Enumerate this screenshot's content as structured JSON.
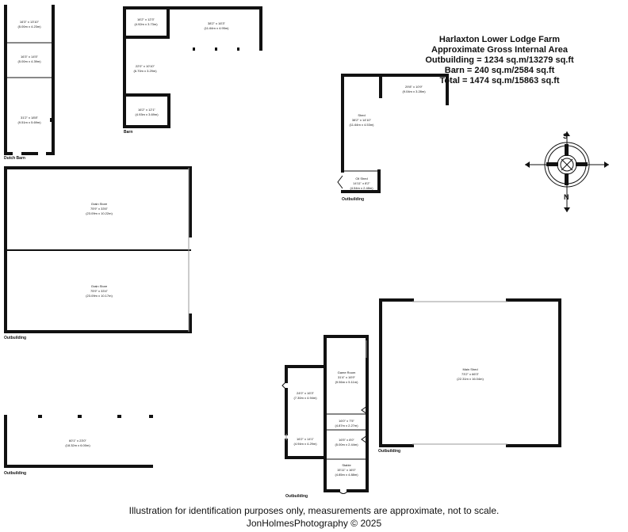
{
  "header": {
    "property": "Harlaxton Lower Lodge Farm",
    "area_title": "Approximate Gross Internal Area",
    "lines": [
      "Outbuilding = 1234 sq.m/13279 sq.ft",
      "Barn = 240 sq.m/2584 sq.ft",
      "Total = 1474 sq.m/15863 sq.ft"
    ]
  },
  "compass": {
    "top_letter": "S",
    "bottom_letter": "N"
  },
  "building_labels": {
    "dutch_barn": "Dutch Barn",
    "barn": "Barn",
    "outbuilding_shed": "Outbuilding",
    "outbuilding_grain": "Outbuilding",
    "outbuilding_open": "Outbuilding",
    "outbuilding_stable": "Outbuilding",
    "outbuilding_main": "Outbuilding"
  },
  "rooms": {
    "db1": [
      "16'3\" x 13'10\"",
      "(5.00m x 4.23m)"
    ],
    "db2": [
      "16'3\" x 14'5\"",
      "(5.00m x 4.39m)"
    ],
    "db3": [
      "31'2\" x 18'8\"",
      "(9.51m x 5.69m)"
    ],
    "b1": [
      "16'2\" x 12'3\"",
      "(4.92m x 3.73m)"
    ],
    "b2": [
      "38'2\" x 16'3\"",
      "(11.64m x 4.95m)"
    ],
    "b3": [
      "22'0\" x 10'10\"",
      "(6.70m x 3.29m)"
    ],
    "b4": [
      "16'2\" x 12'1\"",
      "(4.93m x 3.69m)"
    ],
    "s1": [
      "29'8\" x 10'9\"",
      "(9.04m x 3.28m)"
    ],
    "shed": [
      "Shed",
      "38'2\" x 14'10\"",
      "(11.64m x 4.53m)"
    ],
    "oil": [
      "Oil Shed",
      "14'11\" x 8'2\"",
      "(4.54m x 2.48m)"
    ],
    "g1": [
      "Grain Store",
      "75'9\" x 33'6\"",
      "(23.09m x 10.22m)"
    ],
    "g2": [
      "Grain Store",
      "75'9\" x 33'4\"",
      "(23.09m x 10.17m)"
    ],
    "open": [
      "60'1\" x 23'0\"",
      "(18.32m x 6.00m)"
    ],
    "w1": [
      "24'0\" x 16'3\"",
      "(7.30m x 4.94m)"
    ],
    "w2": [
      "16'2\" x 14'1\"",
      "(4.94m x 4.29m)"
    ],
    "game": [
      "Game Room",
      "31'4\" x 16'9\"",
      "(9.56m x 5.11m)"
    ],
    "r1": [
      "16'0\" x 7'5\"",
      "(4.87m x 2.27m)"
    ],
    "r2": [
      "16'5\" x 8'0\"",
      "(5.00m x 2.44m)"
    ],
    "stable": [
      "Stable",
      "15'11\" x 16'0\"",
      "(4.85m x 4.88m)"
    ],
    "main": [
      "Main Shed",
      "73'2\" x 66'3\"",
      "(22.31m x 16.04m)"
    ]
  },
  "footer": {
    "line1": "Illustration for identification purposes only, measurements are approximate, not to scale.",
    "line2": "JonHolmesPhotography © 2025"
  }
}
